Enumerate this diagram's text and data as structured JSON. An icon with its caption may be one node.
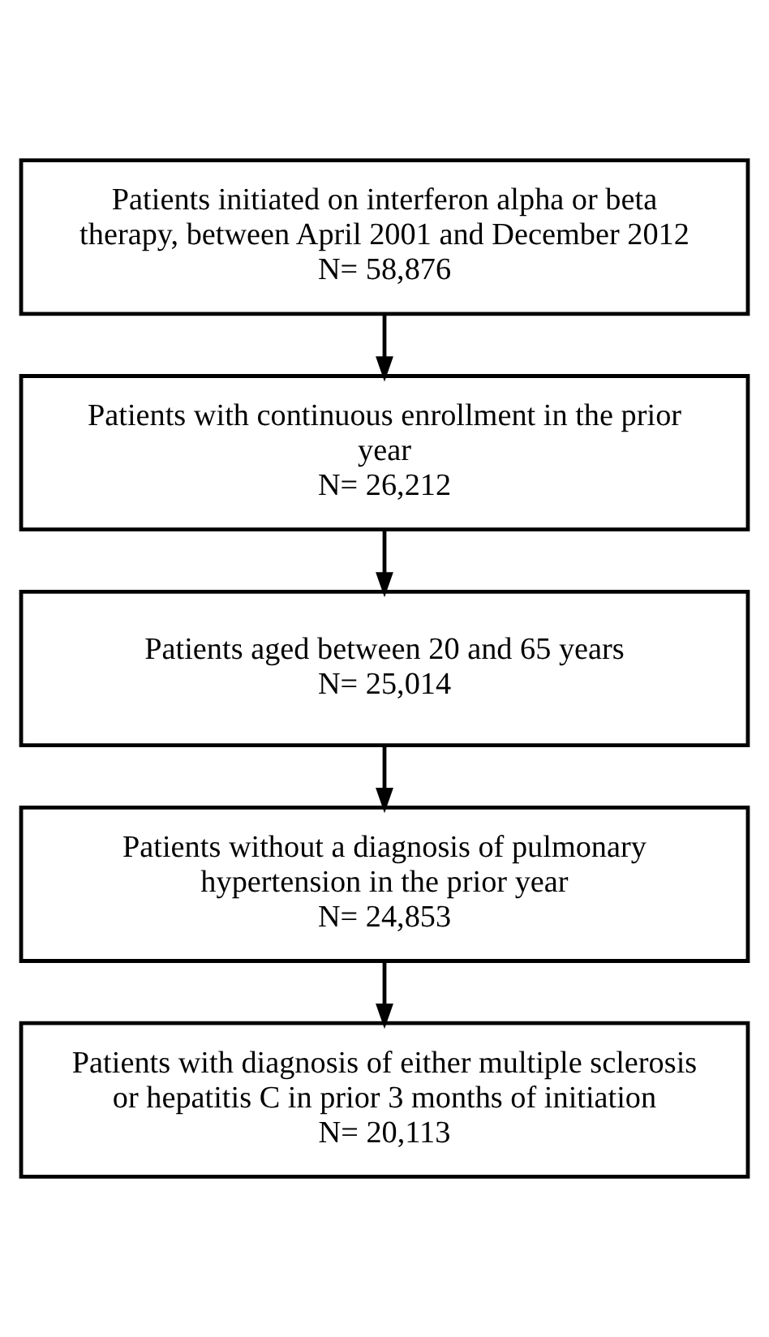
{
  "diagram": {
    "nodes": [
      {
        "text": [
          "Patients initiated on interferon alpha or beta therapy, between April 2001 and December 2012",
          "N= 58,876"
        ]
      },
      {
        "text": [
          "Patients with continuous enrollment in the prior year",
          "N= 26,212"
        ]
      },
      {
        "text": [
          "Patients aged between 20 and 65 years",
          "N= 25,014"
        ]
      },
      {
        "text": [
          "Patients without a diagnosis of pulmonary hypertension in the prior year",
          "N= 24,853"
        ]
      },
      {
        "text": [
          "Patients with diagnosis of either multiple sclerosis or hepatitis C in prior 3 months of initiation",
          "N= 20,113"
        ]
      }
    ],
    "edges": [
      {
        "from": 0,
        "to": 1,
        "arrow": "to"
      },
      {
        "from": 1,
        "to": 2,
        "arrow": "to"
      },
      {
        "from": 2,
        "to": 3,
        "arrow": "to"
      },
      {
        "from": 3,
        "to": 4,
        "arrow": "to"
      }
    ]
  }
}
